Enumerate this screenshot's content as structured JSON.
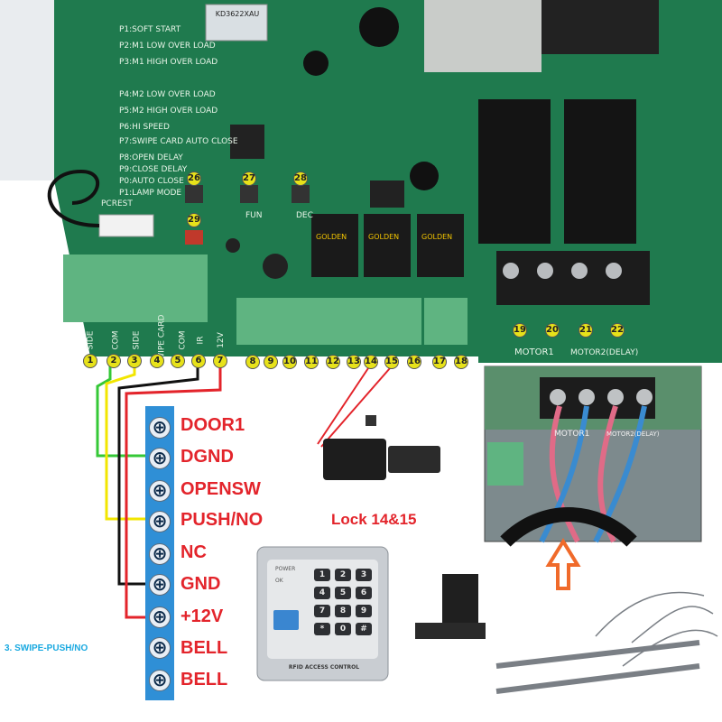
{
  "board": {
    "chip_label": "KD3622XAU",
    "menu_items": [
      "P1:SOFT START",
      "P2:M1 LOW OVER LOAD",
      "P3:M1 HIGH OVER LOAD",
      "P4:M2 LOW OVER LOAD",
      "P5:M2 HIGH OVER LOAD",
      "P6:HI SPEED",
      "P7:SWIPE CARD AUTO CLOSE",
      "P8:OPEN DELAY",
      "P9:CLOSE DELAY",
      "P0:AUTO CLOSE",
      "P1:LAMP MODE",
      "PCREST"
    ],
    "button_labels": [
      "FUN",
      "DEC"
    ],
    "relay_brand": "GOLDEN",
    "motor_labels": [
      "MOTOR1",
      "MOTOR2(DELAY)"
    ],
    "left_block_labels": [
      "SIDE",
      "COM",
      "SIDE",
      "SWIPE CARD",
      "COM",
      "IR",
      "12V"
    ],
    "terminal_numbers": [
      "1",
      "2",
      "3",
      "4",
      "5",
      "6",
      "7",
      "8",
      "9",
      "10",
      "11",
      "12",
      "13",
      "14",
      "15",
      "16",
      "17",
      "18"
    ],
    "button_numbers": [
      "26",
      "27",
      "28",
      "29"
    ],
    "motor_terminal_numbers": [
      "19",
      "20",
      "21",
      "22"
    ]
  },
  "wiring": {
    "terminal_labels": [
      "DOOR1",
      "DGND",
      "OPENSW",
      "PUSH/NO",
      "NC",
      "GND",
      "+12V",
      "BELL",
      "BELL"
    ],
    "pin_symbol": "⊕",
    "wire_colors": {
      "red": "#e3242b",
      "black": "#111111",
      "yellow": "#f2e600",
      "green": "#35c837"
    },
    "side_caption": "3. SWIPE-PUSH/NO",
    "lock_caption": "Lock 14&15"
  },
  "keypad": {
    "keys": [
      "1",
      "2",
      "3",
      "4",
      "5",
      "6",
      "7",
      "8",
      "9",
      "*",
      "0",
      "#"
    ],
    "footer": "RFID ACCESS CONTROL",
    "indicators": [
      "POWER",
      "OK"
    ]
  },
  "motor_photo": {
    "labels": [
      "MOTOR1",
      "MOTOR2(DELAY)"
    ],
    "arrow_color": "#f06a2a"
  }
}
